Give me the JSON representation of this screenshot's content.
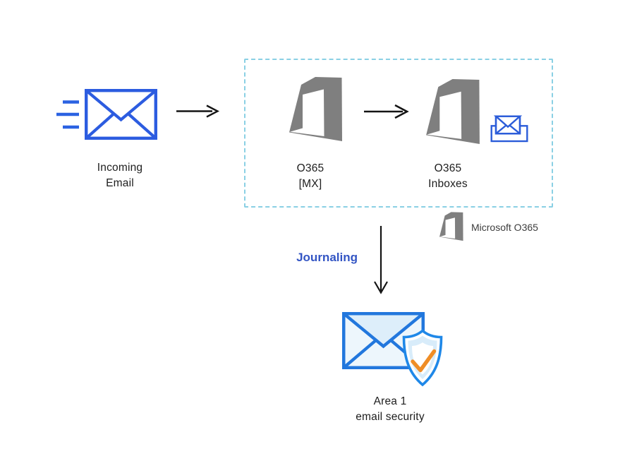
{
  "nodes": {
    "incoming_email": {
      "label_line1": "Incoming",
      "label_line2": "Email"
    },
    "o365_mx": {
      "label_line1": "O365",
      "label_line2": "[MX]"
    },
    "o365_inboxes": {
      "label_line1": "O365",
      "label_line2": "Inboxes"
    },
    "area1": {
      "label_line1": "Area 1",
      "label_line2": "email security"
    }
  },
  "edges": {
    "journaling_label": "Journaling"
  },
  "legend": {
    "label": "Microsoft O365"
  },
  "icons": {
    "incoming_email_icon": "blue outlined envelope with motion dashes",
    "office365_icon": "gray Microsoft Office 365 logo",
    "inbox_icon": "blue envelope sitting in a tray",
    "shield_check_icon": "blue shield with orange checkmark over envelope",
    "arrow_right_icon": "black thin right arrow",
    "arrow_down_icon": "black thin down arrow"
  },
  "colors": {
    "envelope_blue": "#2c5ce0",
    "dashed_box_border": "#8ad0e4",
    "o365_gray": "#7f7f7f",
    "journaling_text": "#3355c4",
    "label_text": "#1d1d1d",
    "legend_text": "#3d3d3d",
    "arrow": "#141414",
    "area1_stroke": "#2277dd",
    "area1_fill_light": "#ddeefa",
    "area1_fill_body": "#edf6fc",
    "shield_stroke": "#1f88e8",
    "shield_band_fill": "#d8ecfa",
    "check_orange": "#ef8d26"
  }
}
